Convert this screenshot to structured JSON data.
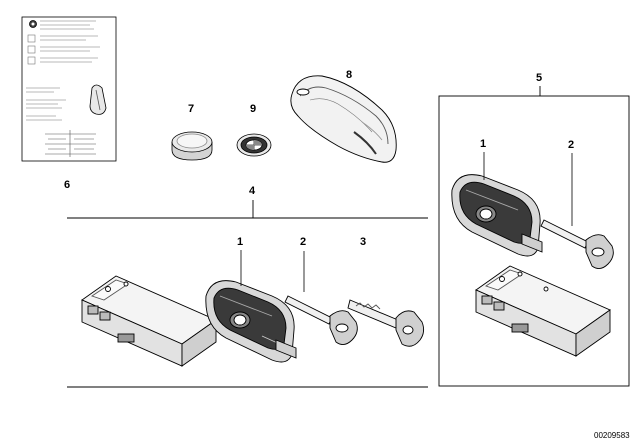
{
  "diagram": {
    "callouts": {
      "c1_main": "1",
      "c2_main": "2",
      "c3_main": "3",
      "c4_kit": "4",
      "c5_kit": "5",
      "c6_doc": "6",
      "c7_battery": "7",
      "c8_cover": "8",
      "c9_emblem": "9",
      "c1_right": "1",
      "c2_right": "2"
    },
    "document_id": "00209583"
  }
}
